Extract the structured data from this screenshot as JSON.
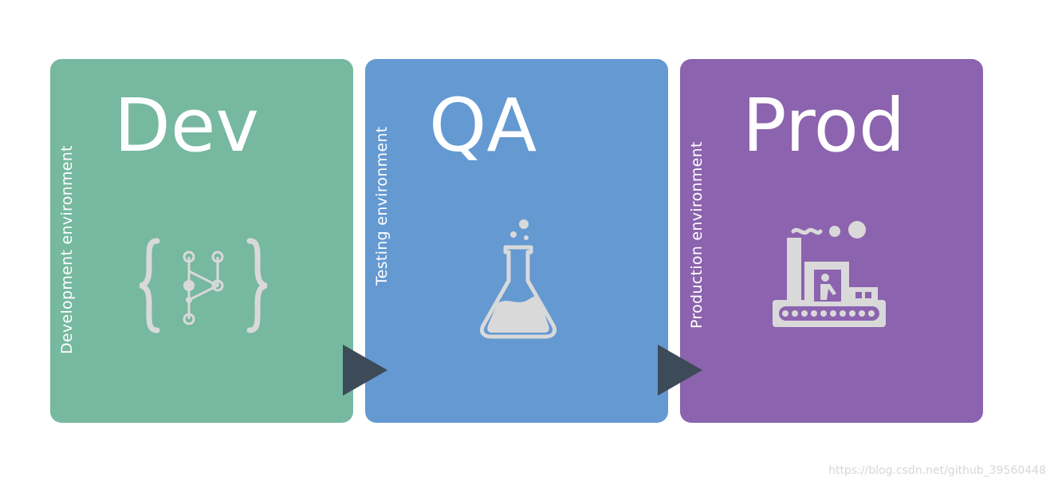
{
  "stages": [
    {
      "title": "Dev",
      "subtitle": "Development environment",
      "icon": "code-branch-icon",
      "color": "#76b8a0"
    },
    {
      "title": "QA",
      "subtitle": "Testing environment",
      "icon": "flask-icon",
      "color": "#6499d2"
    },
    {
      "title": "Prod",
      "subtitle": "Production environment",
      "icon": "factory-icon",
      "color": "#8c63ae"
    }
  ],
  "arrow_color": "#3d4a58",
  "icon_color": "#d9d9d9",
  "watermark": "https://blog.csdn.net/github_39560448"
}
